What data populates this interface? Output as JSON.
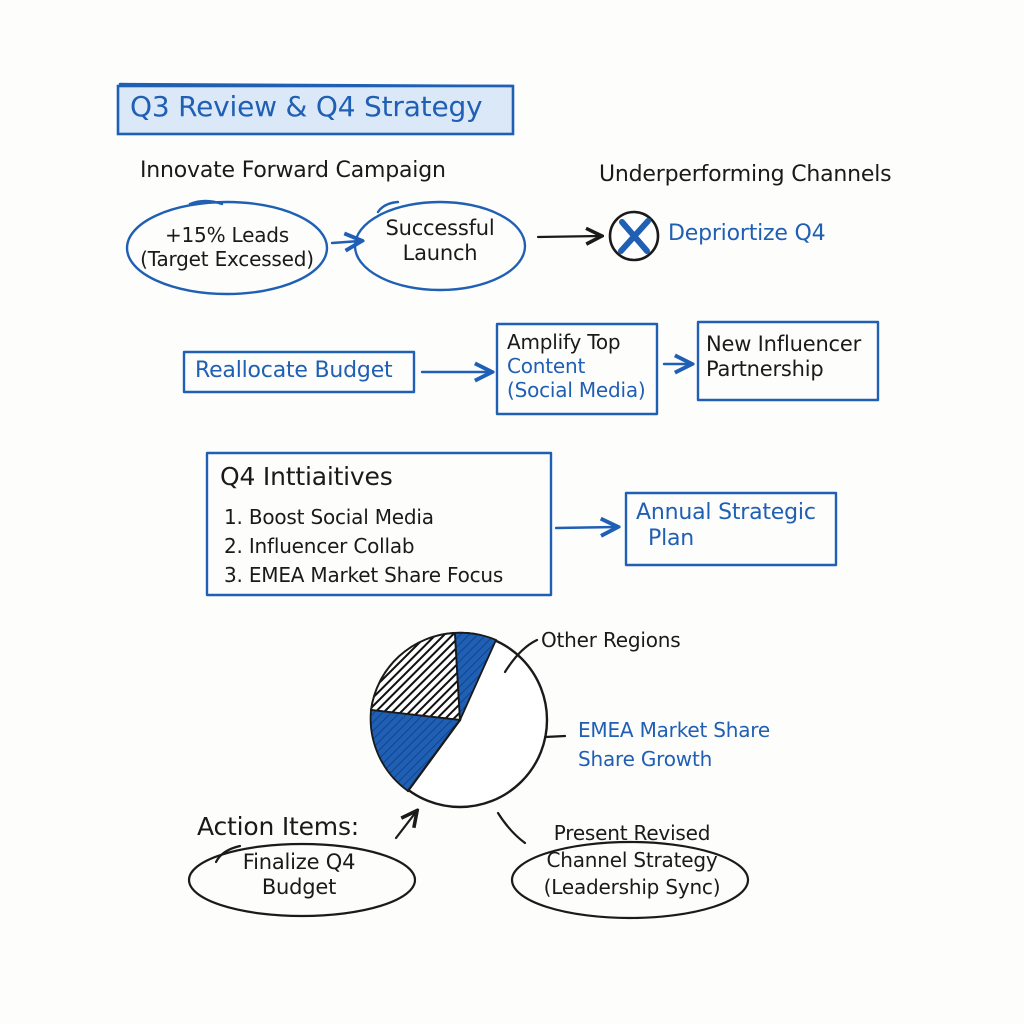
{
  "title": "Q3 Review & Q4 Strategy",
  "campaign": {
    "heading": "Innovate Forward Campaign",
    "leads_line1": "+15% Leads",
    "leads_line2": "(Target Excessed)",
    "launch_line1": "Successful",
    "launch_line2": "Launch"
  },
  "channels": {
    "heading": "Underperforming Channels",
    "action": "Depriortize Q4"
  },
  "budget": {
    "reallocate": "Reallocate Budget",
    "amplify_line1": "Amplify Top",
    "amplify_line2": "Content",
    "amplify_line3": "(Social Media)",
    "influencer_line1": "New Influencer",
    "influencer_line2": "Partnership"
  },
  "initiatives": {
    "heading": "Q4 Inttiaitives",
    "items": [
      "1. Boost Social Media",
      "2. Influencer Collab",
      "3. EMEA Market Share Focus"
    ],
    "annual_line1": "Annual Strategic",
    "annual_line2": "Plan"
  },
  "pie": {
    "label_other": "Other Regions",
    "label_emea_line1": "EMEA Market Share",
    "label_emea_line2": "Share Growth"
  },
  "actions": {
    "heading": "Action Items:",
    "finalize_line1": "Finalize Q4",
    "finalize_line2": "Budget",
    "present_line1": "Present Revised",
    "present_line2": "Channel Strategy",
    "present_line3": "(Leadership Sync)"
  },
  "colors": {
    "accent_blue": "#1f5fb4",
    "ink": "#1a1a1a",
    "title_fill": "#dbe8f7"
  }
}
